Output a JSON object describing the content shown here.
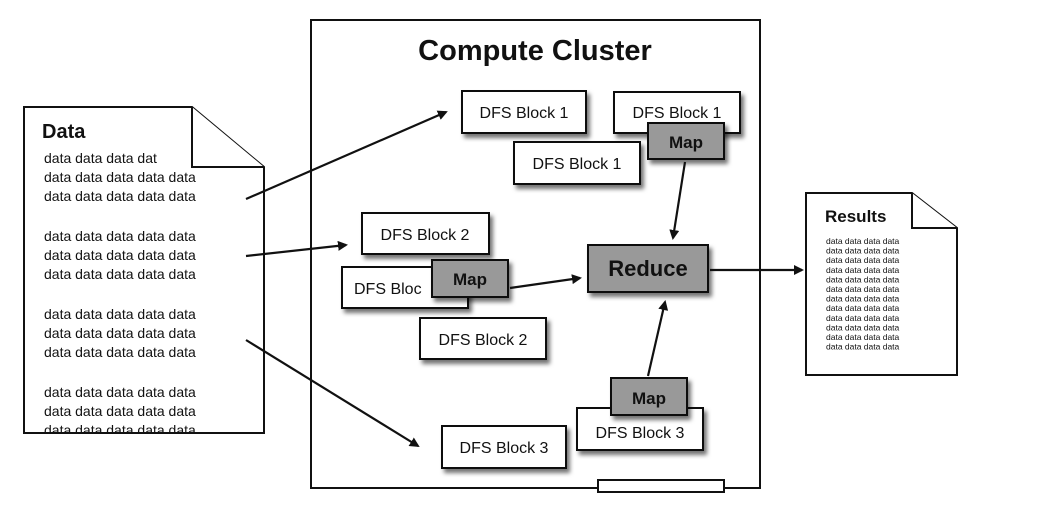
{
  "cluster": {
    "title": "Compute Cluster"
  },
  "data_doc": {
    "title": "Data",
    "lines": [
      "data data data dat",
      "data data data data data",
      "data data data data data",
      "data data data data data",
      "data data data data data",
      "data data data data data",
      "data data data data data",
      "data data data data data",
      "data data data data data",
      "data data data data data",
      "data data data data data",
      "data data data data data"
    ]
  },
  "blocks": {
    "b1a": "DFS Block 1",
    "b1b": "DFS Block 1",
    "b1c": "DFS Block 1",
    "b2a": "DFS Block 2",
    "b2b": "DFS Bloc",
    "b2c": "DFS Block 2",
    "b3a": "DFS Block 3",
    "b3b": "DFS Block 3"
  },
  "map_label": "Map",
  "reduce_label": "Reduce",
  "results_doc": {
    "title": "Results",
    "lines": [
      "data data data data",
      "data data data data",
      "data data data data",
      "data data data data",
      "data data data data",
      "data data data data",
      "data data data data",
      "data data data data",
      "data data data data",
      "data data data data",
      "data data data data",
      "data data data data"
    ]
  }
}
